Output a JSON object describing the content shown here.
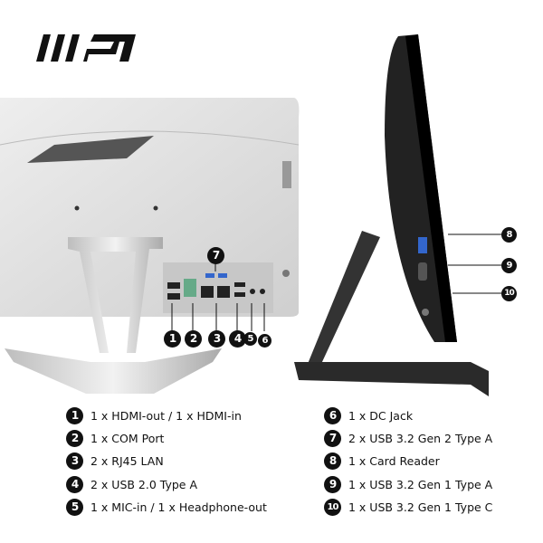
{
  "brand": {
    "logo_text": "MSI"
  },
  "callouts_back": [
    "1",
    "2",
    "3",
    "4",
    "5",
    "6",
    "7"
  ],
  "callouts_side": [
    "8",
    "9",
    "10"
  ],
  "specs_left": [
    {
      "num": "1",
      "label": "1 x HDMI-out / 1 x HDMI-in"
    },
    {
      "num": "2",
      "label": "1 x COM Port"
    },
    {
      "num": "3",
      "label": "2 x RJ45 LAN"
    },
    {
      "num": "4",
      "label": "2 x USB 2.0 Type A"
    },
    {
      "num": "5",
      "label": "1 x MIC-in / 1 x Headphone-out"
    }
  ],
  "specs_right": [
    {
      "num": "6",
      "label": "1 x DC Jack"
    },
    {
      "num": "7",
      "label": "2 x USB 3.2 Gen 2 Type A"
    },
    {
      "num": "8",
      "label": "1 x Card Reader"
    },
    {
      "num": "9",
      "label": "1 x USB 3.2 Gen 1 Type A"
    },
    {
      "num": "10",
      "label": "1 x USB 3.2 Gen 1 Type C"
    }
  ],
  "colors": {
    "badge": "#111111",
    "panel": "#d9d9d9",
    "monitor_side": "#1a1a1a"
  }
}
